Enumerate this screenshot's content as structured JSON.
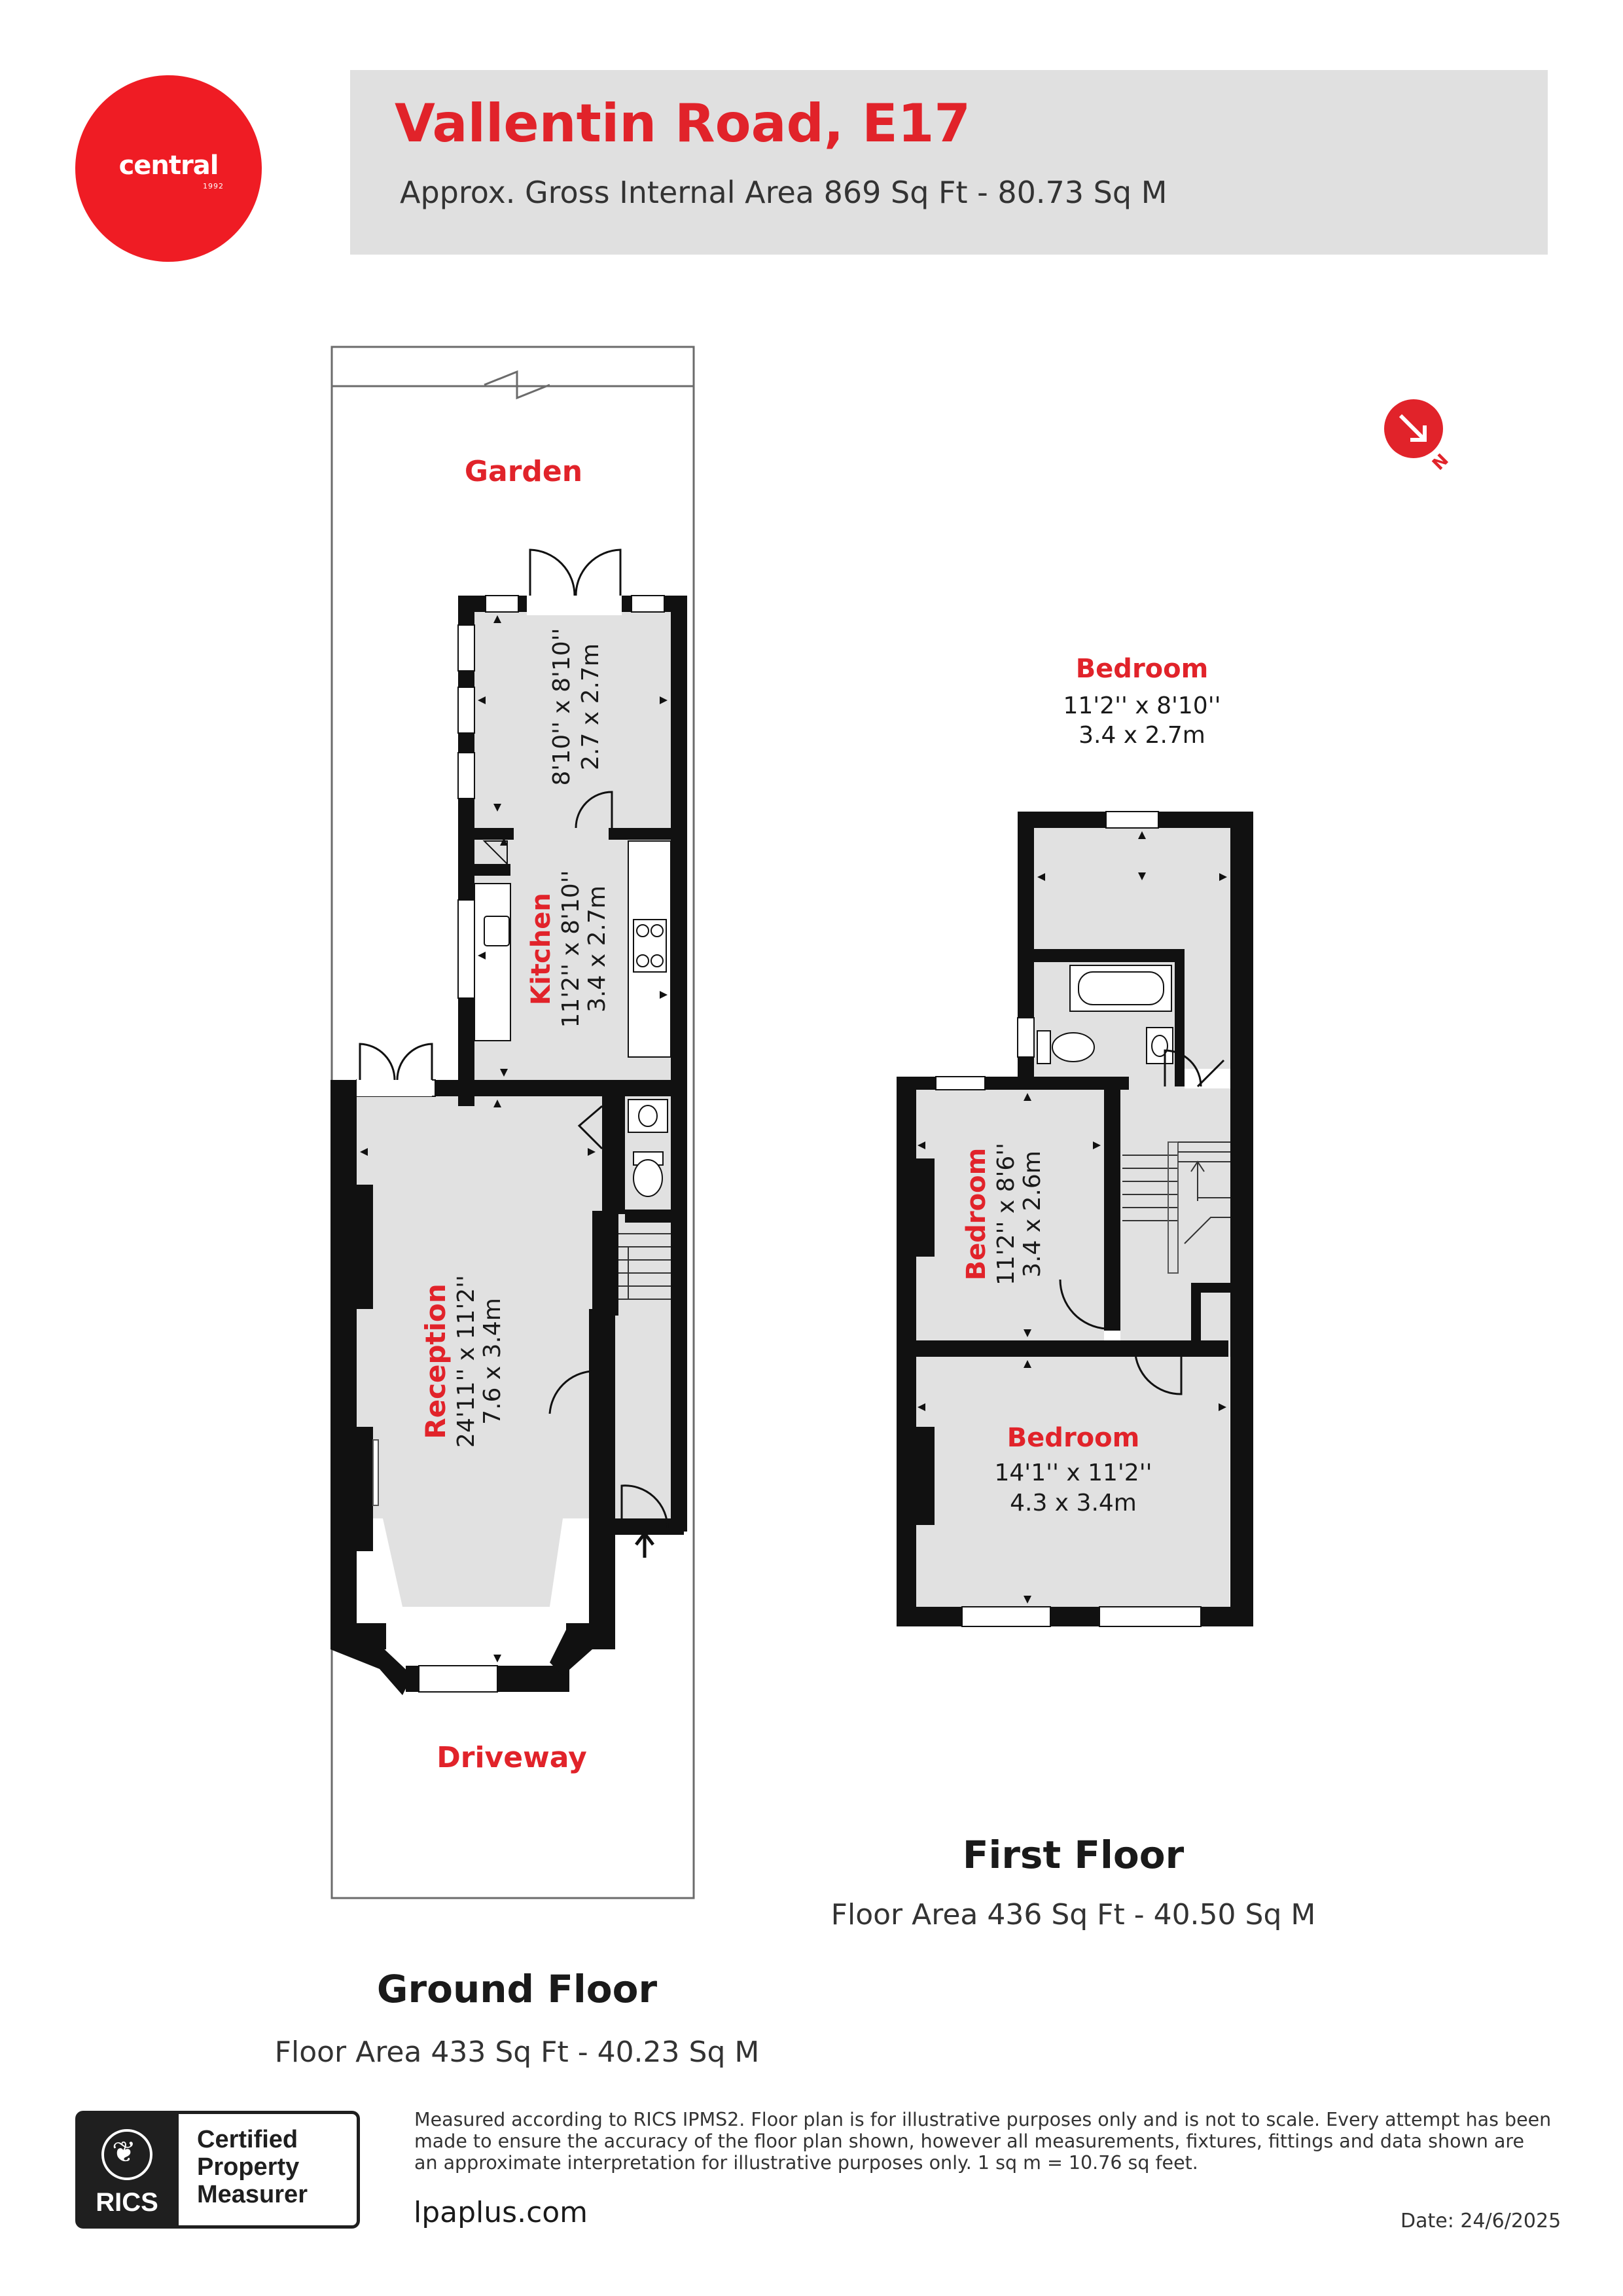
{
  "brand": {
    "name": "central",
    "year": "1992",
    "color": "#ef1c24"
  },
  "header": {
    "title": "Vallentin Road, E17",
    "subtitle": "Approx. Gross Internal Area 869 Sq Ft - 80.73 Sq M"
  },
  "compass": {
    "icon": "north-arrow-icon",
    "label": "N"
  },
  "ground_floor": {
    "title": "Ground Floor",
    "area": "Floor Area 433 Sq Ft - 40.23 Sq M",
    "garden": "Garden",
    "driveway": "Driveway",
    "rooms": {
      "conservatory": {
        "dims_imperial": "8'10'' x 8'10''",
        "dims_metric": "2.7 x 2.7m"
      },
      "kitchen": {
        "name": "Kitchen",
        "dims_imperial": "11'2'' x 8'10''",
        "dims_metric": "3.4 x 2.7m"
      },
      "reception": {
        "name": "Reception",
        "dims_imperial": "24'11'' x 11'2''",
        "dims_metric": "7.6 x 3.4m"
      }
    }
  },
  "first_floor": {
    "title": "First Floor",
    "area": "Floor Area 436 Sq Ft - 40.50 Sq M",
    "rooms": {
      "bedroom_rear": {
        "name": "Bedroom",
        "dims_imperial": "11'2'' x 8'10''",
        "dims_metric": "3.4 x 2.7m"
      },
      "bedroom_middle": {
        "name": "Bedroom",
        "dims_imperial": "11'2'' x 8'6''",
        "dims_metric": "3.4 x 2.6m"
      },
      "bedroom_front": {
        "name": "Bedroom",
        "dims_imperial": "14'1'' x 11'2''",
        "dims_metric": "4.3 x 3.4m"
      }
    }
  },
  "footer": {
    "badge": {
      "org": "RICS",
      "line1": "Certified",
      "line2": "Property",
      "line3": "Measurer"
    },
    "disclaimer": "Measured according to RICS IPMS2. Floor plan is for illustrative purposes only and is not to scale. Every attempt has been made to ensure the accuracy of the floor plan shown, however all measurements, fixtures, fittings and data shown are an approximate interpretation for illustrative purposes only. 1 sq m = 10.76 sq feet.",
    "website": "lpaplus.com",
    "date": "Date: 24/6/2025"
  },
  "colors": {
    "accent": "#e1232a",
    "wall": "#111111",
    "floor": "#e1e1e1",
    "header_bg": "#e0e0e0"
  }
}
